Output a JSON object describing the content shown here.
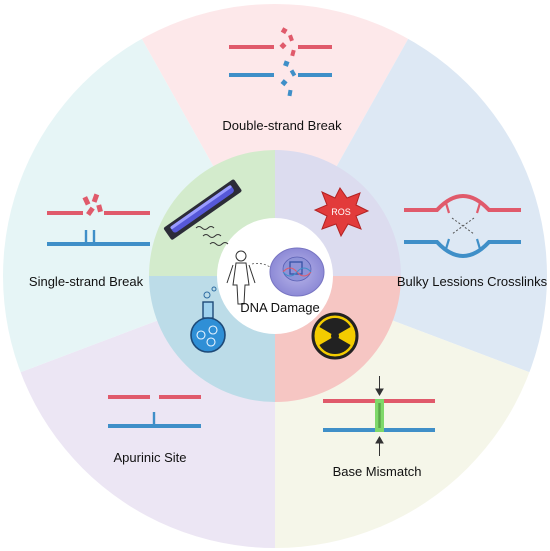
{
  "center": {
    "label": "DNA Damage"
  },
  "causes": {
    "ros_label": "ROS",
    "items": [
      "uv-lamp",
      "ros-burst",
      "radiation",
      "chemical-flask"
    ]
  },
  "damage_types": [
    {
      "key": "double",
      "label": "Double-strand Break",
      "color": "#fde8ea"
    },
    {
      "key": "bulky",
      "label": "Bulky Lessions Crosslinks",
      "color": "#dde8f4"
    },
    {
      "key": "mismatch",
      "label": "Base Mismatch",
      "color": "#f5f6e9"
    },
    {
      "key": "apurinic",
      "label": "Apurinic Site",
      "color": "#ece6f4"
    },
    {
      "key": "single",
      "label": "Single-strand Break",
      "color": "#e6f5f6"
    }
  ],
  "colors": {
    "strand_top": "#e05a6b",
    "strand_bottom": "#3f8fc8",
    "ring_inner_green": "#d3ebcc",
    "ring_inner_lavender": "#dcdcef",
    "ring_inner_salmon": "#f6c6c3",
    "ring_inner_blue": "#bcdce8",
    "mismatch_highlight": "#7fd86a"
  }
}
